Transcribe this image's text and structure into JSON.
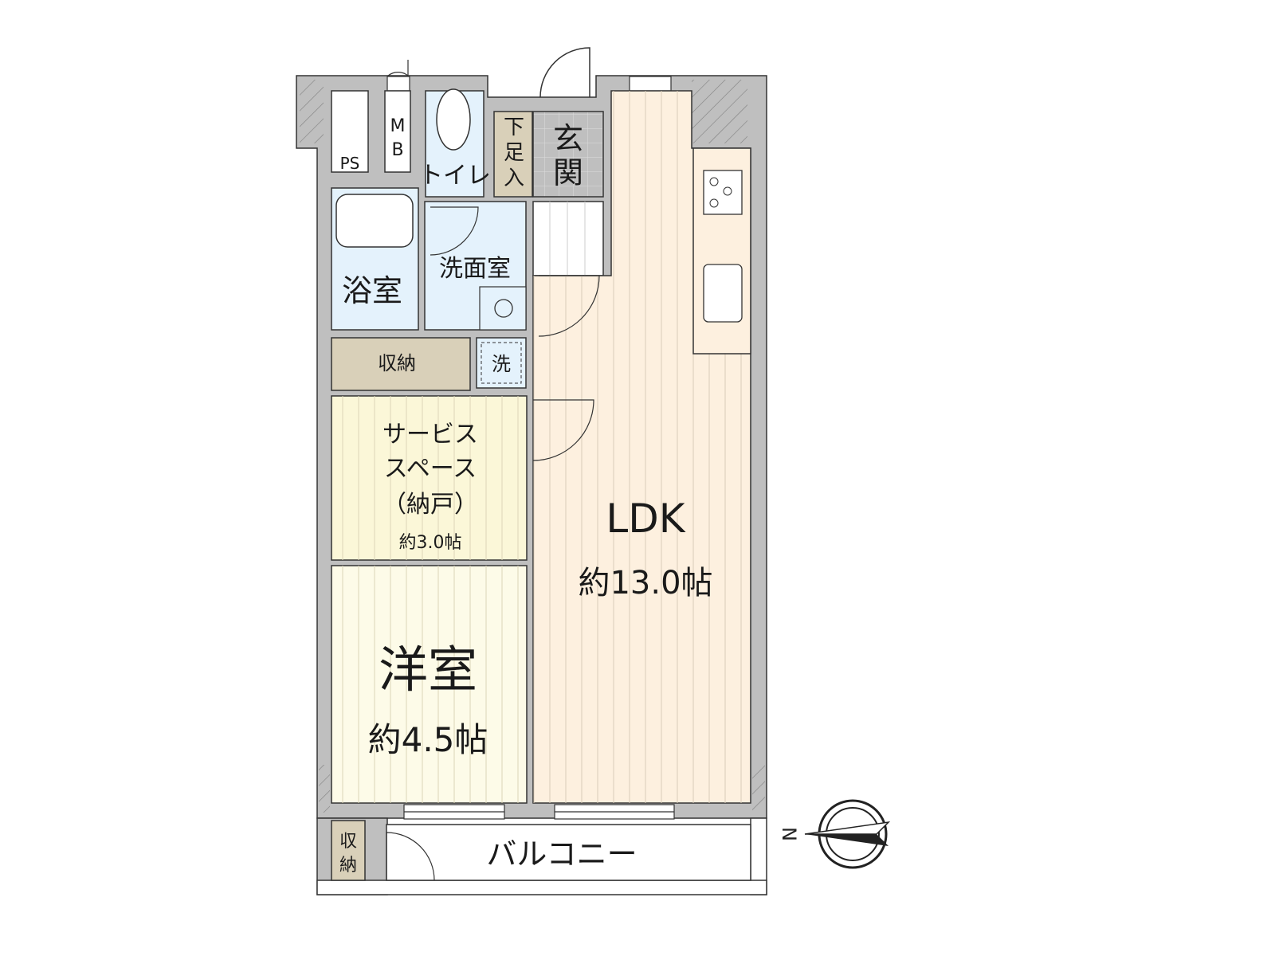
{
  "floorplan": {
    "rooms": {
      "ps": "PS",
      "mb_top": "M",
      "mb_bottom": "B",
      "toilet": "トイレ",
      "shoe_storage": [
        "下",
        "足",
        "入"
      ],
      "entrance": [
        "玄",
        "関"
      ],
      "bathroom": "浴室",
      "washroom": "洗面室",
      "storage": "収納",
      "washer": "洗",
      "service_space": {
        "line1": "サービス",
        "line2": "スペース",
        "line3": "（納戸）",
        "size": "約3.0帖"
      },
      "western_room": {
        "name": "洋室",
        "size": "約4.5帖"
      },
      "ldk": {
        "name": "LDK",
        "size": "約13.0帖"
      },
      "balcony": "バルコニー",
      "balcony_storage": [
        "収",
        "納"
      ]
    },
    "compass": {
      "north_label": "N"
    },
    "colors": {
      "wall": "#bfbfbf",
      "wet_area": "#e4f2fc",
      "storage": "#d9d0b9",
      "ldk": "#fdf0df",
      "bedroom": "#fdfbe8",
      "service": "#fbf7d8"
    }
  }
}
